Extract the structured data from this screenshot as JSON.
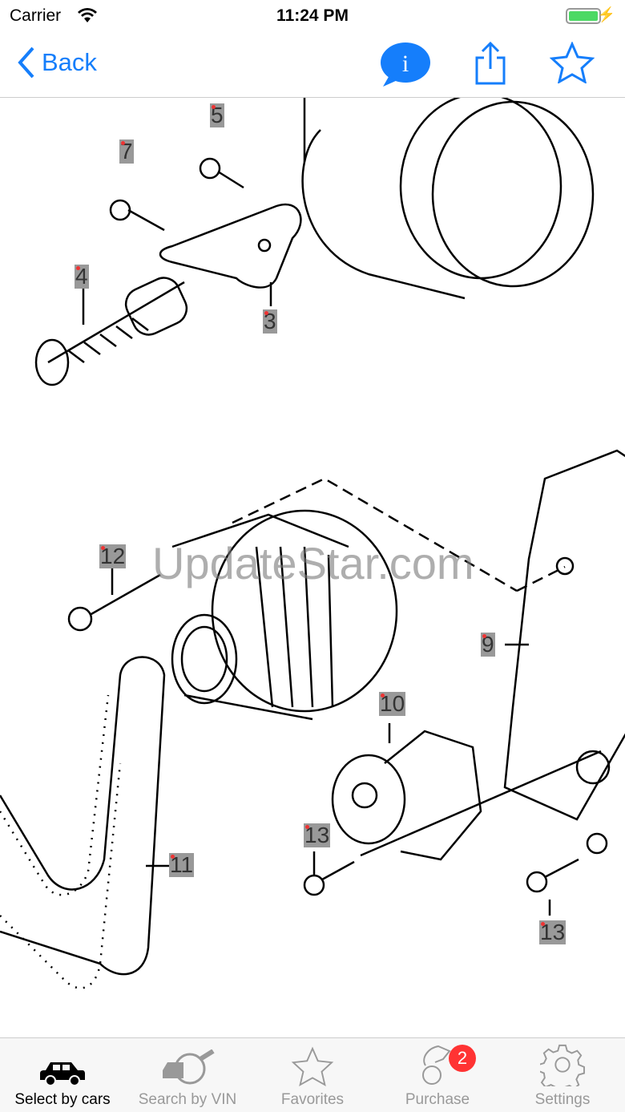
{
  "status": {
    "carrier": "Carrier",
    "time": "11:24 PM"
  },
  "nav": {
    "back_label": "Back",
    "info_label": "i"
  },
  "diagram": {
    "labels": [
      "7",
      "5",
      "4",
      "3",
      "12",
      "9",
      "10",
      "13",
      "11",
      "13"
    ],
    "watermark": "UpdateStar.com"
  },
  "tabs": [
    {
      "label": "Select by cars"
    },
    {
      "label": "Search by VIN"
    },
    {
      "label": "Favorites"
    },
    {
      "label": "Purchase",
      "badge": "2"
    },
    {
      "label": "Settings"
    }
  ],
  "colors": {
    "accent": "#157efb",
    "badge": "#ff3333"
  }
}
